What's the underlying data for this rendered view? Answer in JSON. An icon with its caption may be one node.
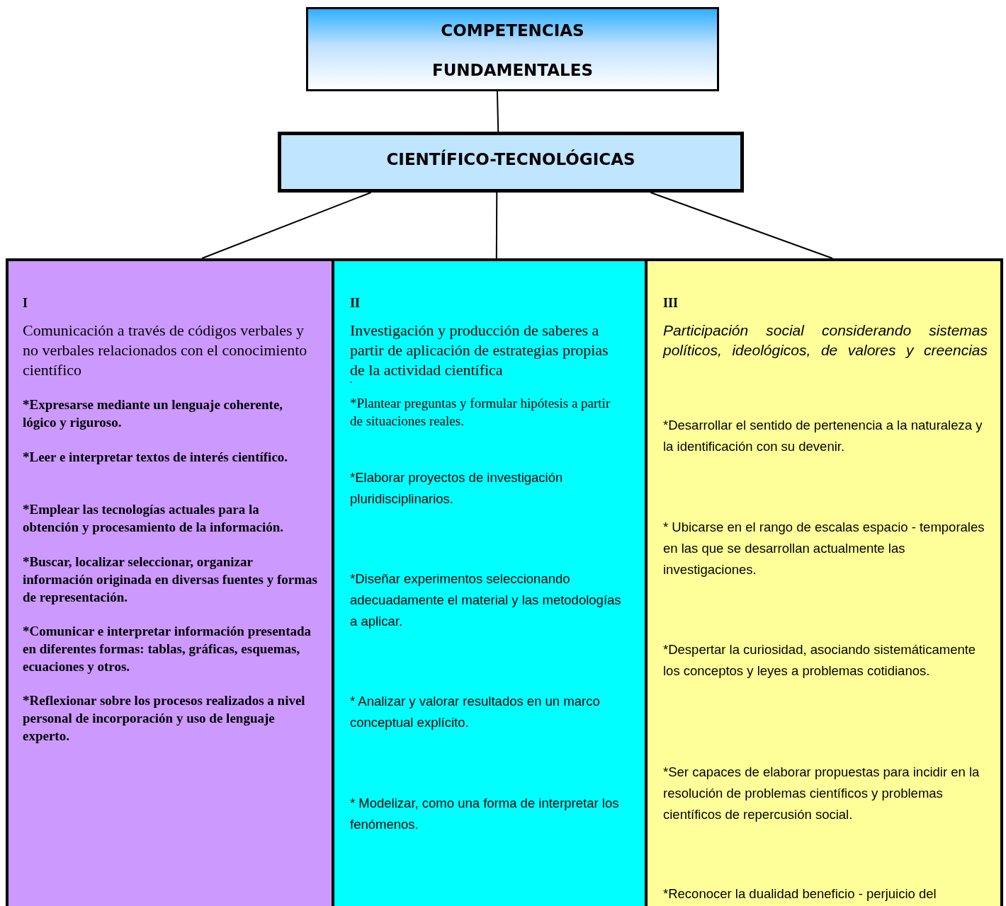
{
  "diagram": {
    "nodes": [
      {
        "text": [
          "COMPETENCIAS FUNDAMENTALES"
        ]
      },
      {
        "text": [
          "CIENTÍFICO-TECNOLÓGICAS"
        ]
      },
      {
        "text": [
          "I",
          "Comunicación a través de códigos verbales y no verbales relacionados con el conocimiento científico",
          "*Expresarse mediante un lenguaje coherente, lógico y riguroso.",
          "*Leer e interpretar  textos de interés científico.",
          "*Emplear las tecnologías actuales para la obtención y procesamiento de la información.",
          "*Buscar, localizar seleccionar, organizar información originada en diversas fuentes y formas de representación.",
          "*Comunicar e interpretar información presentada en diferentes formas: tablas, gráficas, esquemas, ecuaciones y otros.",
          "*Reflexionar sobre los procesos realizados a nivel personal de incorporación y uso de lenguaje experto."
        ]
      },
      {
        "text": [
          "II",
          "Investigación y producción de saberes a partir de aplicación de estrategias propias de la actividad científica",
          ".",
          "*Plantear preguntas y formular hipótesis a partir de situaciones reales.",
          "*Elaborar proyectos de investigación pluridisciplinarios.",
          "*Diseñar experimentos seleccionando adecuadamente el material y las metodologías a aplicar.",
          "* Analizar y valorar resultados en un marco conceptual explícito.",
          "* Modelizar, como una forma de interpretar los fenómenos."
        ]
      },
      {
        "text": [
          "III",
          "Participación social considerando sistemas políticos, ideológicos, de valores y creencias",
          "*Desarrollar  el sentido de pertenencia a la naturaleza y la identificación con su devenir.",
          "* Ubicarse en el rango de escalas espacio - temporales en las que se desarrollan actualmente las investigaciones.",
          "*Despertar la curiosidad, asociando sistemáticamente los conceptos y leyes a problemas cotidianos.",
          "*Ser capaces de elaborar propuestas para incidir en la resolución de problemas  científicos y problemas científicos de repercusión social.",
          "*Reconocer la dualidad beneficio - perjuicio del"
        ]
      }
    ],
    "edges": [
      {
        "from": 0,
        "to": 1,
        "arrow": "none"
      },
      {
        "from": 1,
        "to": 2,
        "arrow": "none"
      },
      {
        "from": 1,
        "to": 3,
        "arrow": "none"
      },
      {
        "from": 1,
        "to": 4,
        "arrow": "none"
      }
    ]
  }
}
